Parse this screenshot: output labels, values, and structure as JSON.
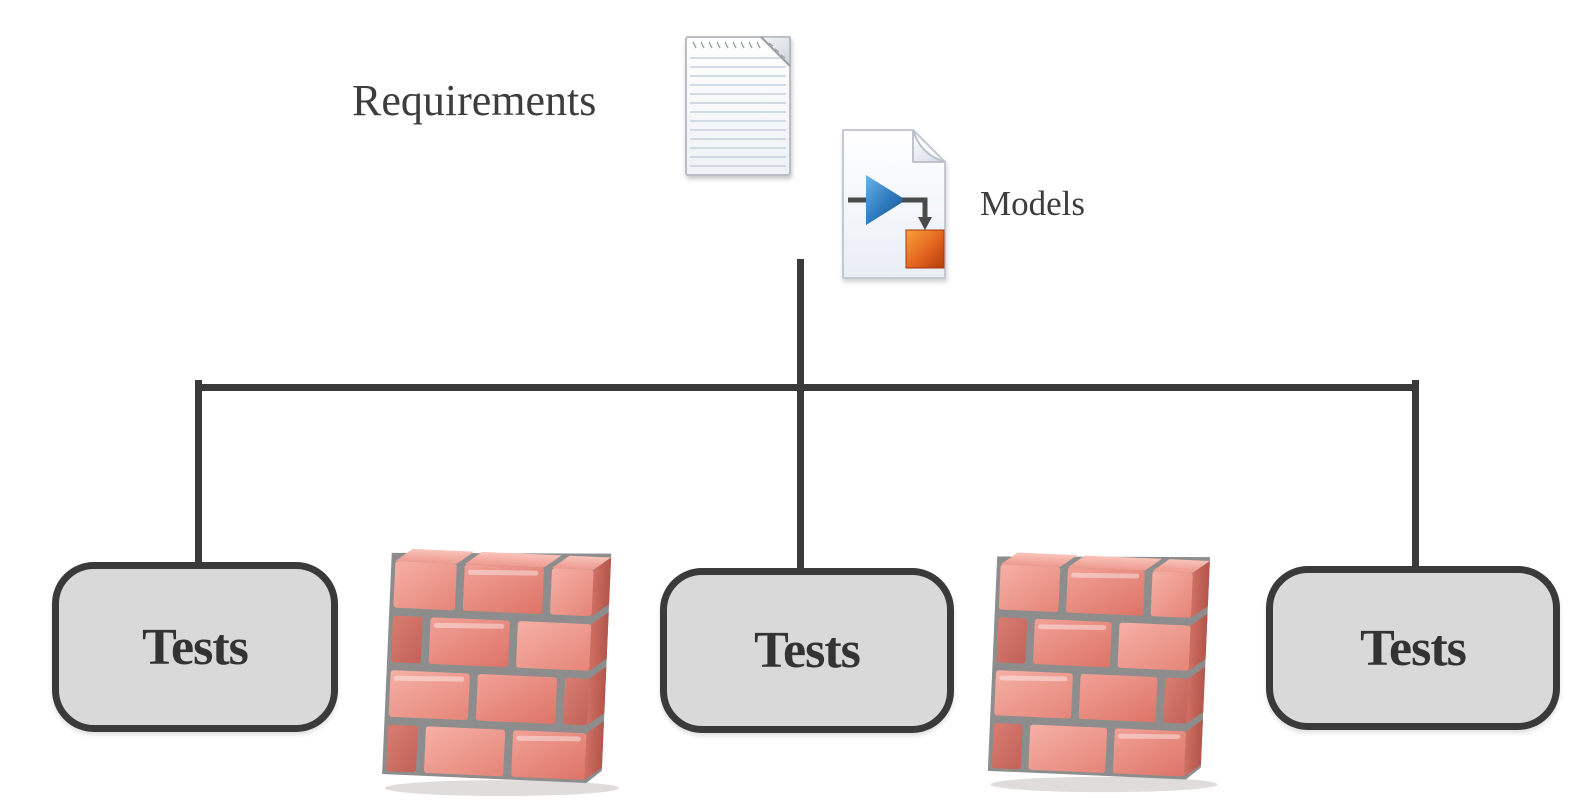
{
  "diagram": {
    "requirements": {
      "label": "Requirements",
      "icon": "lined-document-icon"
    },
    "models": {
      "label": "Models",
      "icon": "simulink-model-file-icon"
    },
    "test_nodes": [
      {
        "label": "Tests"
      },
      {
        "label": "Tests"
      },
      {
        "label": "Tests"
      }
    ],
    "barriers": [
      {
        "icon": "brick-wall-icon"
      },
      {
        "icon": "brick-wall-icon"
      }
    ],
    "connectors": {
      "structure": "trunk from models down to middle test node; horizontal bar branching to left and right test nodes"
    },
    "colors": {
      "background": "#ffffff",
      "connector_line": "#3a3a3a",
      "box_fill": "#d9d9d9",
      "box_border": "#3a3a3a",
      "label_text": "#3d3d3d",
      "brick_front": "#e8837a",
      "brick_top": "#f6b3aa",
      "mortar": "#8d8d8d",
      "model_gain_blue": "#2f7cc0",
      "model_block_orange": "#d9541c"
    }
  }
}
